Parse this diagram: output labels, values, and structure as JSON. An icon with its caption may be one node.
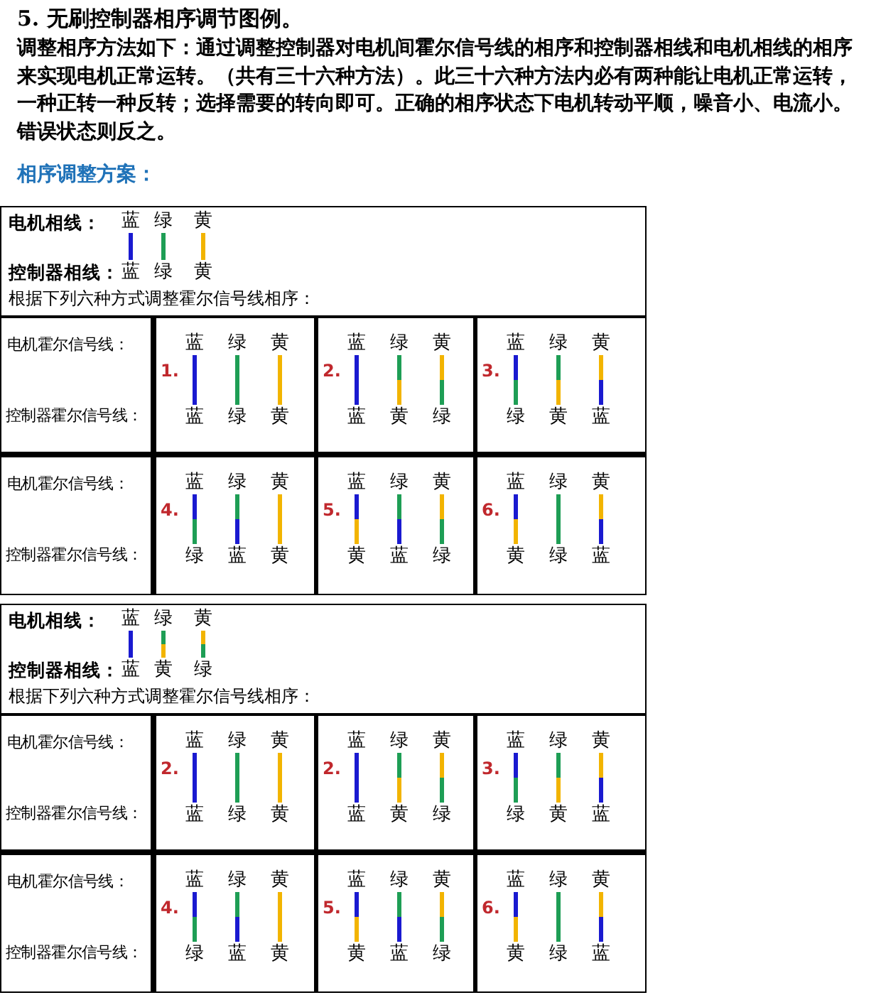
{
  "diagram": {
    "title": "5. 无刷控制器相序调节图例。",
    "labels": [
      "调整相序方法如下：通过调整控制器对电机间霍尔信号线的相序和控制器相线和电机相线的相序来实现电机正常运转。（共有三十六种方法）。此三十六种方法内必有两种能让电机正常运转，一种正转一种反转；选择需要的转向即可。正确的相序状态下电机转动平顺，噪音小、电流小。错误状态则反之。",
      "相序调整方案："
    ],
    "nodes": [
      {
        "text": [
          "电机相线：",
          "控制器相线：",
          "根据下列六种方式调整霍尔信号线相序："
        ]
      },
      {
        "text": [
          "蓝"
        ],
        "in": 0
      },
      {
        "text": [
          "绿"
        ],
        "in": 0
      },
      {
        "text": [
          "黄"
        ],
        "in": 0
      },
      {
        "text": [
          "蓝"
        ],
        "in": 0
      },
      {
        "text": [
          "绿"
        ],
        "in": 0
      },
      {
        "text": [
          "黄"
        ],
        "in": 0
      },
      {
        "text": [
          "电机霍尔信号线：",
          "控制器霍尔信号线："
        ]
      },
      {
        "text": [
          "1."
        ]
      },
      {
        "text": [
          "蓝"
        ],
        "in": 8
      },
      {
        "text": [
          "绿"
        ],
        "in": 8
      },
      {
        "text": [
          "黄"
        ],
        "in": 8
      },
      {
        "text": [
          "蓝"
        ],
        "in": 8
      },
      {
        "text": [
          "绿"
        ],
        "in": 8
      },
      {
        "text": [
          "黄"
        ],
        "in": 8
      },
      {
        "text": [
          "2."
        ]
      },
      {
        "text": [
          "蓝"
        ],
        "in": 15
      },
      {
        "text": [
          "绿"
        ],
        "in": 15
      },
      {
        "text": [
          "黄"
        ],
        "in": 15
      },
      {
        "text": [
          "蓝"
        ],
        "in": 15
      },
      {
        "text": [
          "黄"
        ],
        "in": 15
      },
      {
        "text": [
          "绿"
        ],
        "in": 15
      },
      {
        "text": [
          "3."
        ]
      },
      {
        "text": [
          "蓝"
        ],
        "in": 22
      },
      {
        "text": [
          "绿"
        ],
        "in": 22
      },
      {
        "text": [
          "黄"
        ],
        "in": 22
      },
      {
        "text": [
          "绿"
        ],
        "in": 22
      },
      {
        "text": [
          "黄"
        ],
        "in": 22
      },
      {
        "text": [
          "蓝"
        ],
        "in": 22
      },
      {
        "text": [
          "电机霍尔信号线：",
          "控制器霍尔信号线："
        ]
      },
      {
        "text": [
          "4."
        ]
      },
      {
        "text": [
          "蓝"
        ],
        "in": 30
      },
      {
        "text": [
          "绿"
        ],
        "in": 30
      },
      {
        "text": [
          "黄"
        ],
        "in": 30
      },
      {
        "text": [
          "绿"
        ],
        "in": 30
      },
      {
        "text": [
          "蓝"
        ],
        "in": 30
      },
      {
        "text": [
          "黄"
        ],
        "in": 30
      },
      {
        "text": [
          "5."
        ]
      },
      {
        "text": [
          "蓝"
        ],
        "in": 37
      },
      {
        "text": [
          "绿"
        ],
        "in": 37
      },
      {
        "text": [
          "黄"
        ],
        "in": 37
      },
      {
        "text": [
          "黄"
        ],
        "in": 37
      },
      {
        "text": [
          "蓝"
        ],
        "in": 37
      },
      {
        "text": [
          "绿"
        ],
        "in": 37
      },
      {
        "text": [
          "6."
        ]
      },
      {
        "text": [
          "蓝"
        ],
        "in": 44
      },
      {
        "text": [
          "绿"
        ],
        "in": 44
      },
      {
        "text": [
          "黄"
        ],
        "in": 44
      },
      {
        "text": [
          "黄"
        ],
        "in": 44
      },
      {
        "text": [
          "绿"
        ],
        "in": 44
      },
      {
        "text": [
          "蓝"
        ],
        "in": 44
      },
      {
        "text": [
          "电机相线：",
          "控制器相线：",
          "根据下列六种方式调整霍尔信号线相序："
        ]
      },
      {
        "text": [
          "蓝"
        ],
        "in": 51
      },
      {
        "text": [
          "绿"
        ],
        "in": 51
      },
      {
        "text": [
          "黄"
        ],
        "in": 51
      },
      {
        "text": [
          "蓝"
        ],
        "in": 51
      },
      {
        "text": [
          "黄"
        ],
        "in": 51
      },
      {
        "text": [
          "绿"
        ],
        "in": 51
      },
      {
        "text": [
          "电机霍尔信号线：",
          "控制器霍尔信号线："
        ]
      },
      {
        "text": [
          "2."
        ]
      },
      {
        "text": [
          "蓝"
        ],
        "in": 59
      },
      {
        "text": [
          "绿"
        ],
        "in": 59
      },
      {
        "text": [
          "黄"
        ],
        "in": 59
      },
      {
        "text": [
          "蓝"
        ],
        "in": 59
      },
      {
        "text": [
          "绿"
        ],
        "in": 59
      },
      {
        "text": [
          "黄"
        ],
        "in": 59
      },
      {
        "text": [
          "2."
        ]
      },
      {
        "text": [
          "蓝"
        ],
        "in": 66
      },
      {
        "text": [
          "绿"
        ],
        "in": 66
      },
      {
        "text": [
          "黄"
        ],
        "in": 66
      },
      {
        "text": [
          "蓝"
        ],
        "in": 66
      },
      {
        "text": [
          "黄"
        ],
        "in": 66
      },
      {
        "text": [
          "绿"
        ],
        "in": 66
      },
      {
        "text": [
          "3."
        ]
      },
      {
        "text": [
          "蓝"
        ],
        "in": 73
      },
      {
        "text": [
          "绿"
        ],
        "in": 73
      },
      {
        "text": [
          "黄"
        ],
        "in": 73
      },
      {
        "text": [
          "绿"
        ],
        "in": 73
      },
      {
        "text": [
          "黄"
        ],
        "in": 73
      },
      {
        "text": [
          "蓝"
        ],
        "in": 73
      },
      {
        "text": [
          "电机霍尔信号线：",
          "控制器霍尔信号线："
        ]
      },
      {
        "text": [
          "4."
        ]
      },
      {
        "text": [
          "蓝"
        ],
        "in": 81
      },
      {
        "text": [
          "绿"
        ],
        "in": 81
      },
      {
        "text": [
          "黄"
        ],
        "in": 81
      },
      {
        "text": [
          "绿"
        ],
        "in": 81
      },
      {
        "text": [
          "蓝"
        ],
        "in": 81
      },
      {
        "text": [
          "黄"
        ],
        "in": 81
      },
      {
        "text": [
          "5."
        ]
      },
      {
        "text": [
          "蓝"
        ],
        "in": 88
      },
      {
        "text": [
          "绿"
        ],
        "in": 88
      },
      {
        "text": [
          "黄"
        ],
        "in": 88
      },
      {
        "text": [
          "黄"
        ],
        "in": 88
      },
      {
        "text": [
          "蓝"
        ],
        "in": 88
      },
      {
        "text": [
          "绿"
        ],
        "in": 88
      },
      {
        "text": [
          "6."
        ]
      },
      {
        "text": [
          "蓝"
        ],
        "in": 95
      },
      {
        "text": [
          "绿"
        ],
        "in": 95
      },
      {
        "text": [
          "黄"
        ],
        "in": 95
      },
      {
        "text": [
          "黄"
        ],
        "in": 95
      },
      {
        "text": [
          "绿"
        ],
        "in": 95
      },
      {
        "text": [
          "蓝"
        ],
        "in": 95
      }
    ],
    "edges": [
      {
        "from": 1,
        "to": 4,
        "arrow": "none"
      },
      {
        "from": 2,
        "to": 5,
        "arrow": "none"
      },
      {
        "from": 3,
        "to": 6,
        "arrow": "none"
      },
      {
        "from": 9,
        "to": 12,
        "arrow": "none"
      },
      {
        "from": 10,
        "to": 13,
        "arrow": "none"
      },
      {
        "from": 11,
        "to": 14,
        "arrow": "none"
      },
      {
        "from": 16,
        "to": 19,
        "arrow": "none"
      },
      {
        "from": 17,
        "to": 20,
        "arrow": "none"
      },
      {
        "from": 18,
        "to": 21,
        "arrow": "none"
      },
      {
        "from": 23,
        "to": 26,
        "arrow": "none"
      },
      {
        "from": 24,
        "to": 27,
        "arrow": "none"
      },
      {
        "from": 25,
        "to": 28,
        "arrow": "none"
      },
      {
        "from": 31,
        "to": 34,
        "arrow": "none"
      },
      {
        "from": 32,
        "to": 35,
        "arrow": "none"
      },
      {
        "from": 33,
        "to": 36,
        "arrow": "none"
      },
      {
        "from": 38,
        "to": 41,
        "arrow": "none"
      },
      {
        "from": 39,
        "to": 42,
        "arrow": "none"
      },
      {
        "from": 40,
        "to": 43,
        "arrow": "none"
      },
      {
        "from": 45,
        "to": 48,
        "arrow": "none"
      },
      {
        "from": 46,
        "to": 49,
        "arrow": "none"
      },
      {
        "from": 47,
        "to": 50,
        "arrow": "none"
      },
      {
        "from": 52,
        "to": 55,
        "arrow": "none"
      },
      {
        "from": 53,
        "to": 56,
        "arrow": "none"
      },
      {
        "from": 54,
        "to": 57,
        "arrow": "none"
      },
      {
        "from": 60,
        "to": 63,
        "arrow": "none"
      },
      {
        "from": 61,
        "to": 64,
        "arrow": "none"
      },
      {
        "from": 62,
        "to": 65,
        "arrow": "none"
      },
      {
        "from": 67,
        "to": 70,
        "arrow": "none"
      },
      {
        "from": 68,
        "to": 71,
        "arrow": "none"
      },
      {
        "from": 69,
        "to": 72,
        "arrow": "none"
      },
      {
        "from": 74,
        "to": 77,
        "arrow": "none"
      },
      {
        "from": 75,
        "to": 78,
        "arrow": "none"
      },
      {
        "from": 76,
        "to": 79,
        "arrow": "none"
      },
      {
        "from": 82,
        "to": 85,
        "arrow": "none"
      },
      {
        "from": 83,
        "to": 86,
        "arrow": "none"
      },
      {
        "from": 84,
        "to": 87,
        "arrow": "none"
      },
      {
        "from": 89,
        "to": 92,
        "arrow": "none"
      },
      {
        "from": 90,
        "to": 93,
        "arrow": "none"
      },
      {
        "from": 91,
        "to": 94,
        "arrow": "none"
      },
      {
        "from": 96,
        "to": 99,
        "arrow": "none"
      },
      {
        "from": 97,
        "to": 100,
        "arrow": "none"
      },
      {
        "from": 98,
        "to": 101,
        "arrow": "none"
      }
    ]
  }
}
